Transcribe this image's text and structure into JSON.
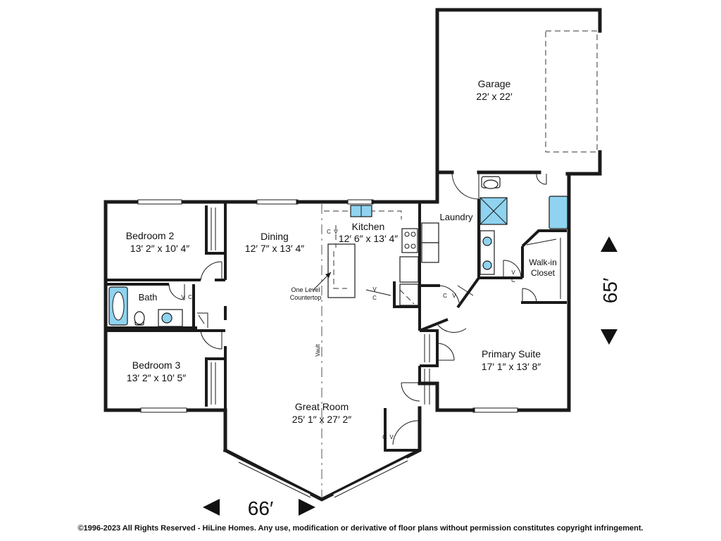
{
  "rooms": {
    "garage": {
      "name": "Garage",
      "size": "22′ x 22′"
    },
    "laundry": {
      "name": "Laundry"
    },
    "kitchen": {
      "name": "Kitchen",
      "size": "12′ 6″ x 13′ 4″"
    },
    "dining": {
      "name": "Dining",
      "size": "12′ 7″ x 13′ 4″"
    },
    "bedroom2": {
      "name": "Bedroom 2",
      "size": "13′ 2″ x 10′ 4″"
    },
    "bath": {
      "name": "Bath"
    },
    "bedroom3": {
      "name": "Bedroom 3",
      "size": "13′ 2″ x 10′ 5″"
    },
    "great_room": {
      "name": "Great Room",
      "size": "25′ 1″ x 27′ 2″"
    },
    "primary_suite": {
      "name": "Primary Suite",
      "size": "17′ 1″ x 13′ 8″"
    },
    "walk_in_closet": {
      "line1": "Walk-in",
      "line2": "Closet"
    }
  },
  "annotations": {
    "countertop_line1": "One Level",
    "countertop_line2": "Countertop",
    "vault": "Vault",
    "cv_c": "C",
    "cv_v": "V"
  },
  "dimensions": {
    "width": "66′",
    "depth": "65′"
  },
  "copyright": "©1996-2023 All Rights Reserved - HiLine Homes. Any use, modification or derivative of floor plans without permission constitutes copyright infringement."
}
